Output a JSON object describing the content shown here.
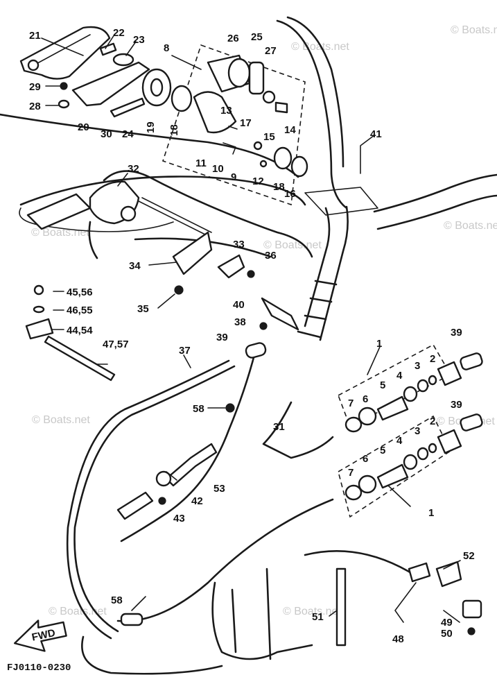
{
  "diagram_code": "FJ0110-0230",
  "direction_label": "FWD",
  "watermark": "© Boats.net",
  "callouts": [
    "21",
    "22",
    "23",
    "29",
    "28",
    "20",
    "30",
    "24",
    "19",
    "18",
    "8",
    "26",
    "25",
    "27",
    "13",
    "17",
    "15",
    "14",
    "11",
    "10",
    "9",
    "12",
    "16",
    "41",
    "32",
    "33",
    "36",
    "34",
    "35",
    "45,56",
    "46,55",
    "44,54",
    "47,57",
    "40",
    "38",
    "39",
    "37",
    "58",
    "31",
    "53",
    "42",
    "43",
    "1",
    "7",
    "6",
    "5",
    "4",
    "3",
    "2",
    "52",
    "51",
    "49",
    "48",
    "50"
  ]
}
